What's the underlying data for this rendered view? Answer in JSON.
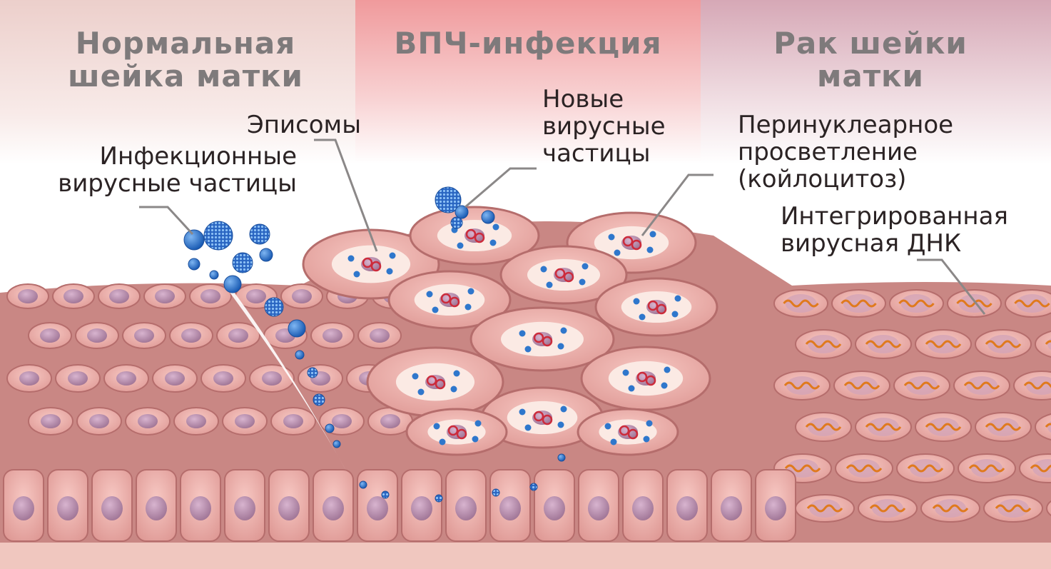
{
  "headers": {
    "normal": "Нормальная\nшейка матки",
    "hpv": "ВПЧ-инфекция",
    "cancer": "Рак шейки\nматки"
  },
  "labels": {
    "episomes": "Эписомы",
    "infectious_particles": "Инфекционные\nвирусные частицы",
    "new_particles": "Новые\nвирусные\nчастицы",
    "koilocytosis": "Перинуклеарное\nпросветление\n(койлоцитоз)",
    "integrated_dna": "Интегрированная\nвирусная ДНК"
  },
  "colors": {
    "panel_normal": "#efd6d3",
    "panel_hpv": "#f2a3a4",
    "panel_cancer": "#dcb4bf",
    "cell_fill": "#e9a6a2",
    "cell_edge": "#b56d6c",
    "nucleus": "#b58aa6",
    "virus_blue": "#2f77cc",
    "episome_red": "#cc2b3b",
    "dna_orange": "#e07a1d"
  }
}
